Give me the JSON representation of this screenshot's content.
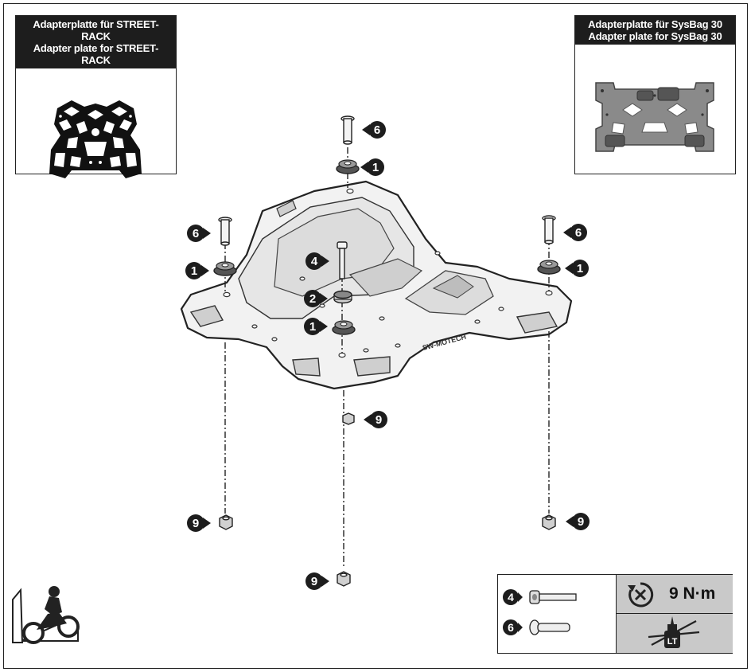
{
  "inset_left": {
    "title_de": "Adapterplatte für STREET-RACK",
    "title_en": "Adapter plate for STREET-RACK"
  },
  "inset_right": {
    "title_de": "Adapterplatte für SysBag 30",
    "title_en": "Adapter plate for SysBag 30"
  },
  "callouts": {
    "n1": "1",
    "n2": "2",
    "n4": "4",
    "n6": "6",
    "n9": "9"
  },
  "brand_text": "SW-MOTECH",
  "torque_box": {
    "torque_value": "9 N·m",
    "threadlock_label": "LT",
    "parts": [
      "4",
      "6"
    ]
  },
  "icons": {
    "torque": "torque-wrench-icon",
    "no_threadlock": "no-threadlock-icon",
    "motorcycle": "motorcycle-rider-icon"
  },
  "colors": {
    "callout": "#1d1d1d",
    "plate": "#f2f2f2",
    "sysbag_plate": "#8a8a8a",
    "panel_grey": "#c9c9c9"
  }
}
